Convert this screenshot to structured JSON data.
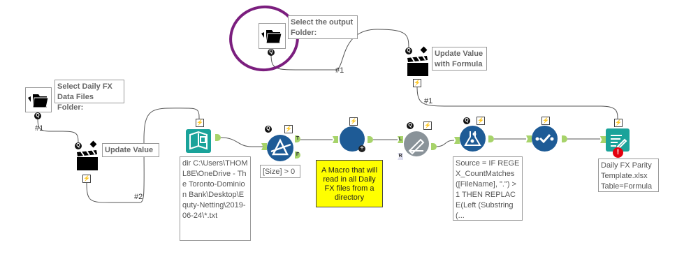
{
  "colors": {
    "teal": "#1aa39a",
    "blue": "#1e5b96",
    "gray": "#8a9399",
    "anchor": "#a7d36a",
    "note": "#ffff00",
    "highlight": "#7b1e7e",
    "error": "#e3000f"
  },
  "tools": {
    "folder1": {
      "label": "Select Daily FX Data Files Folder:",
      "tag": "#1"
    },
    "update_value": {
      "label": "Update Value",
      "tag": "#2"
    },
    "folder2": {
      "label": "Select the output Folder:",
      "tag": "#1"
    },
    "update_formula": {
      "label": "Update Value with Formula",
      "tag": "#1"
    },
    "directory": {
      "label": "dir C:\\Users\\THOML8E\\OneDrive - The Toronto-Dominion Bank\\Desktop\\Equty-Netting\\2019-06-24\\*.txt"
    },
    "filter": {
      "label": "[Size] > 0",
      "true_anchor": "T",
      "false_anchor": "F"
    },
    "macro": {
      "note": "A Macro that will read in all Daily FX files from a directory"
    },
    "join": {
      "left_anchor": "L",
      "right_anchor": "R"
    },
    "formula": {
      "label": "Source = IF REGEX_CountMatches([FileName], \".\") > 1 THEN REPLACE(Left (Substring(..."
    },
    "output": {
      "label": "Daily FX Parity Template.xlsx Table=Formula",
      "error_icon": "exclamation"
    }
  },
  "icons": {
    "bolt": "⚡",
    "q": "Q"
  }
}
